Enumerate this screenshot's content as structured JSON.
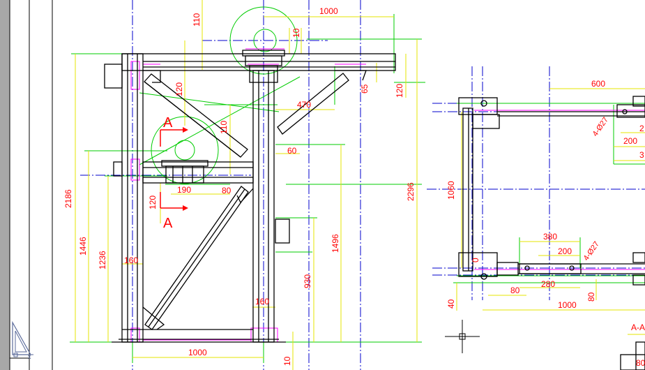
{
  "drawing": {
    "section_marker": "A",
    "section_title": "A-A",
    "dims_front": {
      "top_width": "1000",
      "h110_top": "110",
      "h10_top": "10",
      "h120_a": "120",
      "h65": "65",
      "h120_b": "120",
      "d470": "470",
      "h110_mid": "110",
      "d60": "60",
      "d190": "190",
      "d80": "80",
      "h120_c": "120",
      "d160_left": "160",
      "d160_bottom": "160",
      "bottom_width": "1000",
      "h10_bottom": "10",
      "total_height": "2186",
      "h1446": "1446",
      "h1236": "1236",
      "h1496": "1496",
      "h930": "930",
      "h2296": "2296"
    },
    "dims_side": {
      "d600": "600",
      "hole_label_top": "4-Ø27",
      "d200_top": "200",
      "d2_partial": "2",
      "d3_partial": "3",
      "h1060": "1060",
      "d380": "380",
      "d200": "200",
      "hole_label_bottom": "4-Ø27",
      "d280": "280",
      "d80_left": "80",
      "d80_right": "80",
      "d1000": "1000",
      "h40": "40",
      "d0_partial": "0",
      "d8_partial": "80"
    },
    "colors": {
      "dimension_text": "#ff0000",
      "dimension_line": "#ffff00",
      "extension_line": "#00cc00",
      "center_line": "#0000cc",
      "outline": "#000000",
      "magenta_line": "#ff00ff",
      "sidebar_gray": "#a8a8a8"
    }
  }
}
